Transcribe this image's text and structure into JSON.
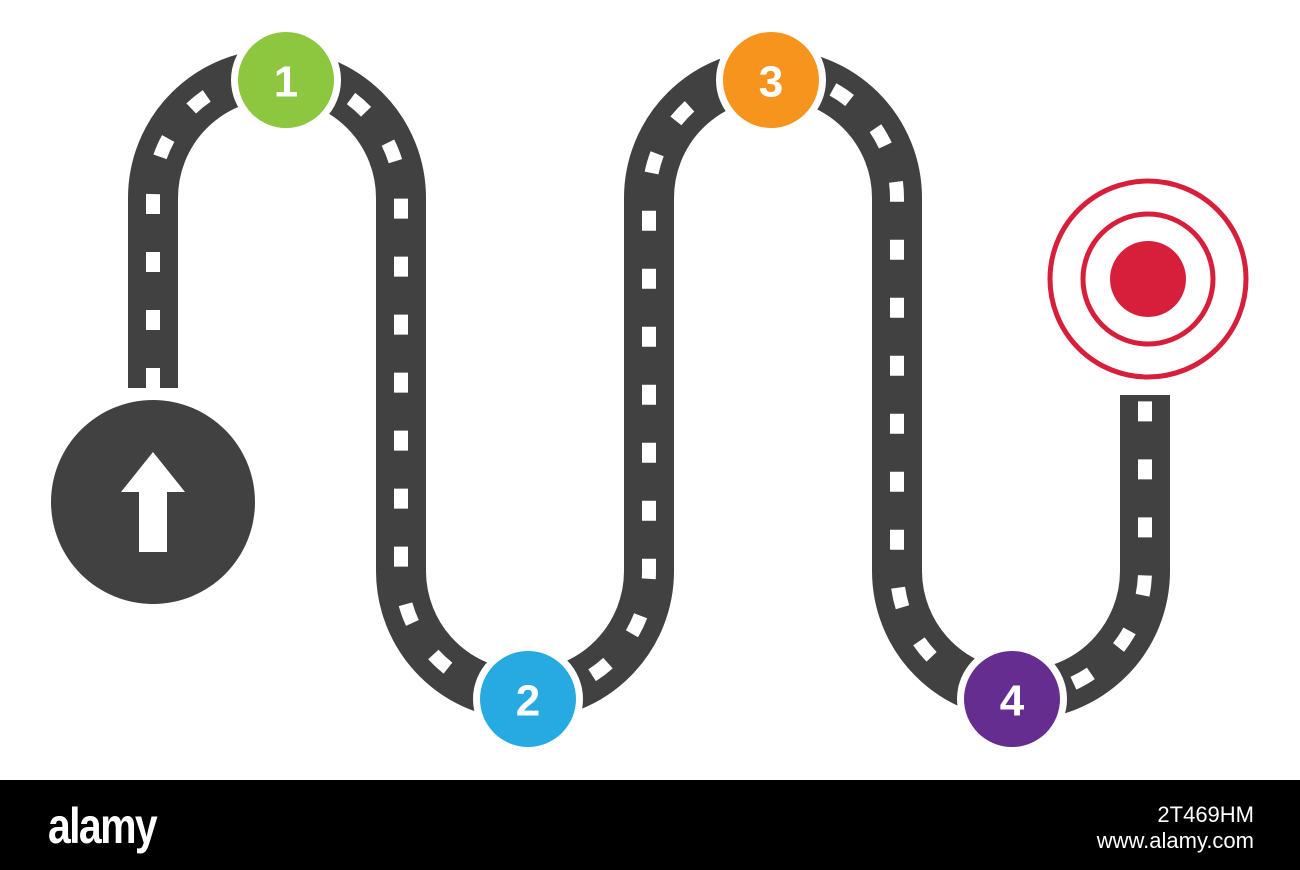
{
  "steps": [
    {
      "label": "1",
      "color": "#8dc63f"
    },
    {
      "label": "2",
      "color": "#27aae1"
    },
    {
      "label": "3",
      "color": "#f7941d"
    },
    {
      "label": "4",
      "color": "#662d91"
    }
  ],
  "start_icon": "up-arrow-icon",
  "goal_icon": "target-icon",
  "colors": {
    "road": "#414142",
    "lane": "#ffffff",
    "start": "#414142",
    "target": "#d71f3b"
  },
  "watermark": {
    "brand": "alamy",
    "image_id": "2T469HM",
    "site": "www.alamy.com"
  }
}
